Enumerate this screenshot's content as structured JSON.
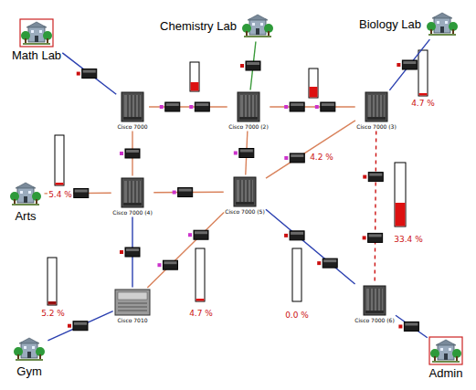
{
  "diagram": {
    "nodes": [
      {
        "text": [
          "Math Lab"
        ]
      },
      {
        "text": [
          "Chemistry Lab"
        ]
      },
      {
        "text": [
          "Biology Lab"
        ]
      },
      {
        "text": [
          "Cisco 7000"
        ]
      },
      {
        "text": [
          "Cisco 7000 (2)"
        ]
      },
      {
        "text": [
          "Cisco 7000 (3)"
        ]
      },
      {
        "text": [
          "Arts"
        ]
      },
      {
        "text": [
          "Cisco 7000 (4)"
        ]
      },
      {
        "text": [
          "Cisco 7000 (5)"
        ]
      },
      {
        "text": [
          "Cisco 7010"
        ]
      },
      {
        "text": [
          "Cisco 7000 (6)"
        ]
      },
      {
        "text": [
          "Gym"
        ]
      },
      {
        "text": [
          "Admin"
        ]
      }
    ],
    "edges": [
      {
        "from": 0,
        "to": 3,
        "arrow": "none"
      },
      {
        "from": 3,
        "to": 4,
        "arrow": "none"
      },
      {
        "from": 4,
        "to": 1,
        "arrow": "none"
      },
      {
        "from": 4,
        "to": 5,
        "arrow": "none"
      },
      {
        "from": 5,
        "to": 2,
        "arrow": "none"
      },
      {
        "from": 3,
        "to": 7,
        "arrow": "none"
      },
      {
        "from": 7,
        "to": 6,
        "arrow": "none"
      },
      {
        "from": 7,
        "to": 8,
        "arrow": "none"
      },
      {
        "from": 4,
        "to": 8,
        "arrow": "none"
      },
      {
        "from": 8,
        "to": 5,
        "arrow": "none"
      },
      {
        "from": 7,
        "to": 9,
        "arrow": "none"
      },
      {
        "from": 8,
        "to": 9,
        "arrow": "none"
      },
      {
        "from": 8,
        "to": 10,
        "arrow": "none"
      },
      {
        "from": 5,
        "to": 10,
        "arrow": "none"
      },
      {
        "from": 9,
        "to": 11,
        "arrow": "none"
      },
      {
        "from": 10,
        "to": 12,
        "arrow": "none"
      }
    ],
    "labels": [
      "4.7 %",
      "4.2 %",
      "5.4 %",
      "33.4 %",
      "5.2 %",
      "4.7 %",
      "0.0 %"
    ]
  }
}
